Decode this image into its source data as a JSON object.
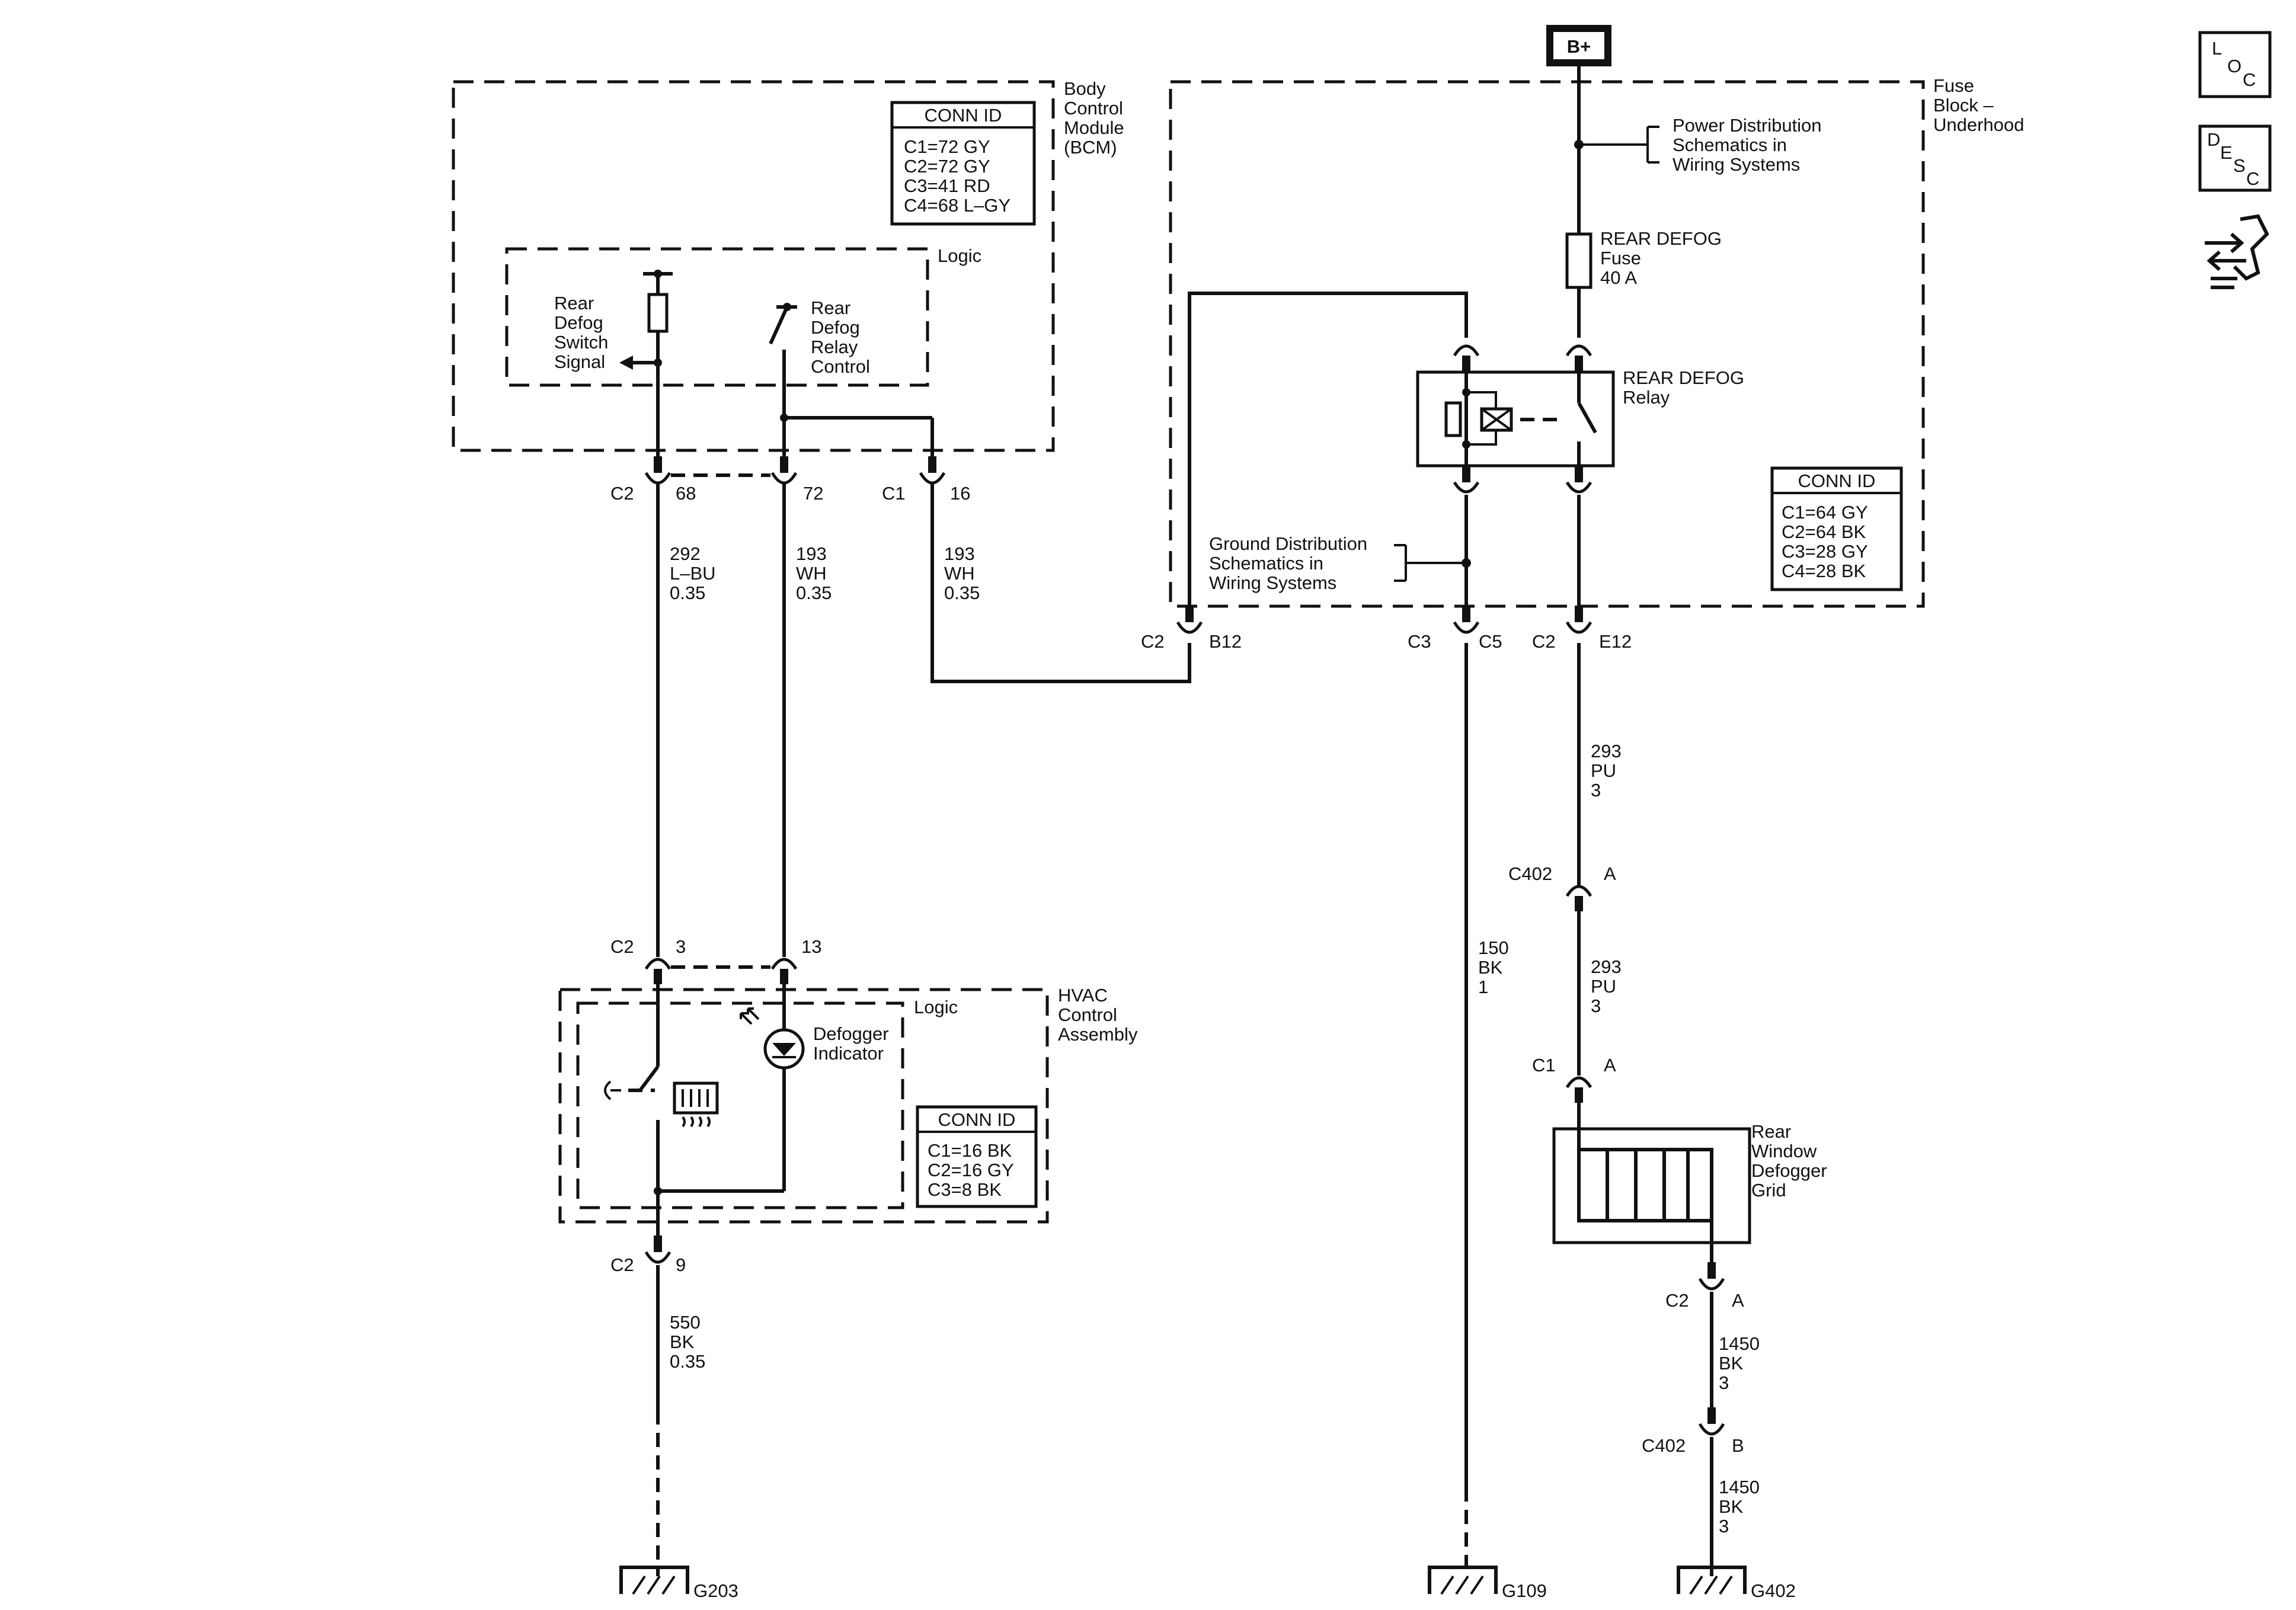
{
  "side_icons": [
    {
      "name": "loc-icon",
      "letters": [
        "L",
        "O",
        "C"
      ]
    },
    {
      "name": "desc-icon",
      "letters": [
        "D",
        "E",
        "S",
        "C"
      ]
    },
    {
      "name": "connector-tool-icon"
    }
  ],
  "power": {
    "label": "B+"
  },
  "bcm": {
    "title_lines": [
      "Body",
      "Control",
      "Module",
      "(BCM)"
    ],
    "logic_label": "Logic",
    "conn_id_title": "CONN ID",
    "conn_id_lines": [
      "C1=72 GY",
      "C2=72 GY",
      "C3=41 RD",
      "C4=68 L–GY"
    ],
    "switch_signal_lines": [
      "Rear",
      "Defog",
      "Switch",
      "Signal"
    ],
    "relay_control_lines": [
      "Rear",
      "Defog",
      "Relay",
      "Control"
    ]
  },
  "fuse_block": {
    "title_lines": [
      "Fuse",
      "Block –",
      "Underhood"
    ],
    "power_ref_lines": [
      "Power Distribution",
      "Schematics in",
      "Wiring Systems"
    ],
    "fuse_lines": [
      "REAR DEFOG",
      "Fuse",
      "40 A"
    ],
    "relay_lines": [
      "REAR DEFOG",
      "Relay"
    ],
    "ground_ref_lines": [
      "Ground Distribution",
      "Schematics in",
      "Wiring Systems"
    ],
    "conn_id_title": "CONN ID",
    "conn_id_lines": [
      "C1=64 GY",
      "C2=64 BK",
      "C3=28 GY",
      "C4=28 BK"
    ]
  },
  "hvac": {
    "title_lines": [
      "HVAC",
      "Control",
      "Assembly"
    ],
    "logic_label": "Logic",
    "indicator_lines": [
      "Defogger",
      "Indicator"
    ],
    "conn_id_title": "CONN ID",
    "conn_id_lines": [
      "C1=16 BK",
      "C2=16 GY",
      "C3=8 BK"
    ]
  },
  "grid": {
    "label_lines": [
      "Rear",
      "Window",
      "Defogger",
      "Grid"
    ]
  },
  "connectors": {
    "bcm_c2": "C2",
    "bcm_pin68": "68",
    "bcm_pin72": "72",
    "bcm_c1": "C1",
    "bcm_pin16": "16",
    "fb_c2_left": "C2",
    "fb_b12": "B12",
    "fb_c3": "C3",
    "fb_c5": "C5",
    "fb_c2_right": "C2",
    "fb_e12": "E12",
    "hvac_c2_top": "C2",
    "hvac_pin3": "3",
    "hvac_pin13": "13",
    "hvac_c2_bottom": "C2",
    "hvac_pin9": "9",
    "c402_top": "C402",
    "c402_top_pin": "A",
    "grid_c1": "C1",
    "grid_c1_pin": "A",
    "grid_c2": "C2",
    "grid_c2_pin": "A",
    "c402_bottom": "C402",
    "c402_bottom_pin": "B"
  },
  "wires": {
    "w292": [
      "292",
      "L–BU",
      "0.35"
    ],
    "w193a": [
      "193",
      "WH",
      "0.35"
    ],
    "w193b": [
      "193",
      "WH",
      "0.35"
    ],
    "w293a": [
      "293",
      "PU",
      "3"
    ],
    "w293b": [
      "293",
      "PU",
      "3"
    ],
    "w150": [
      "150",
      "BK",
      "1"
    ],
    "w550": [
      "550",
      "BK",
      "0.35"
    ],
    "w1450a": [
      "1450",
      "BK",
      "3"
    ],
    "w1450b": [
      "1450",
      "BK",
      "3"
    ]
  },
  "grounds": {
    "g203": "G203",
    "g109": "G109",
    "g402": "G402"
  }
}
